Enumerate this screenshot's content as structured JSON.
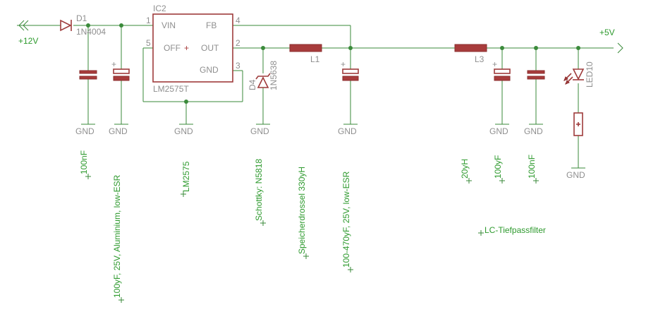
{
  "nets": {
    "in_label": "+12V",
    "out_label": "+5V",
    "gnd_label": "GND"
  },
  "parts": {
    "d1_name": "D1",
    "d1_value": "1N4004",
    "ic2_name": "IC2",
    "ic2_value": "LM2575T",
    "ic2_pins": {
      "vin": "VIN",
      "fb": "FB",
      "off": "OFF",
      "out": "OUT",
      "gnd": "GND",
      "n1": "1",
      "n4": "4",
      "n5": "5",
      "n2": "2",
      "n3": "3"
    },
    "d4_name": "D4",
    "d4_value": "1N5638",
    "l1_name": "L1",
    "l3_name": "L3",
    "led_name": "LED10"
  },
  "notes": {
    "c1": "100nF",
    "c2": "100yF, 25V, Aluminium, low-ESR",
    "ic": "LM2575",
    "d4": "Schottky: N5818",
    "l1": "Speicherdrossel 330yH",
    "c3": "100-470yF, 25V, low-ESR",
    "l3": "20yH",
    "c4": "100yF",
    "c5": "100nF",
    "filter": "LC-Tiefpassfilter"
  }
}
